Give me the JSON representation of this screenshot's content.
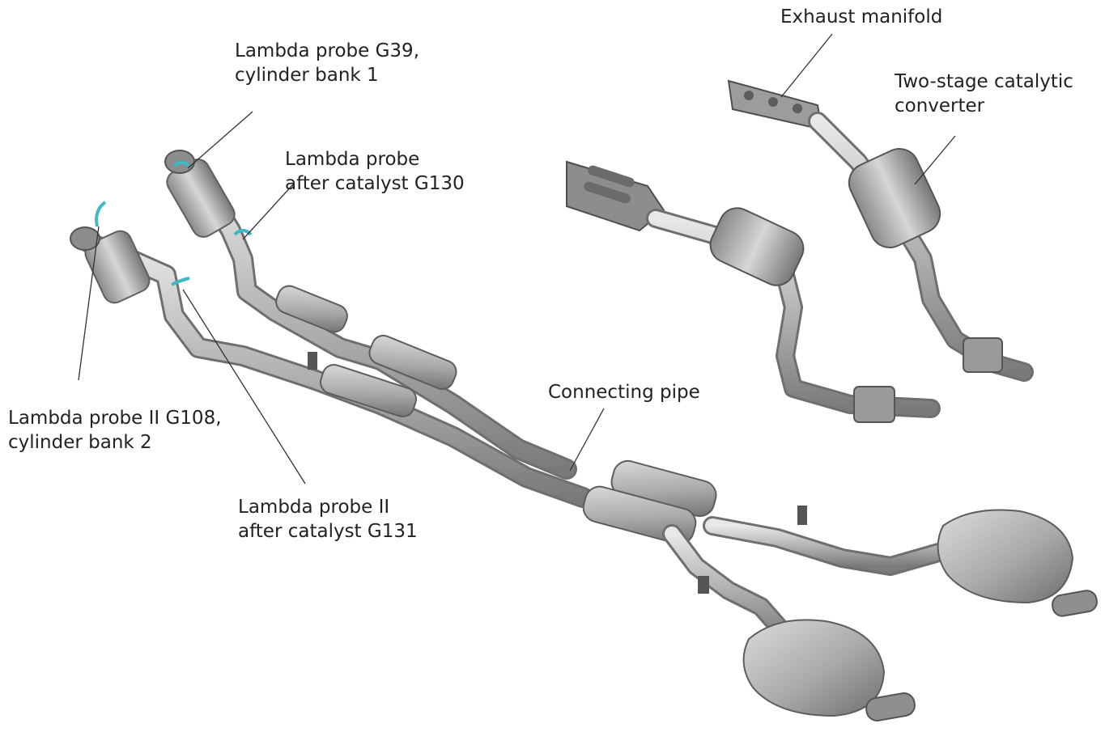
{
  "labels": {
    "exhaust_manifold": [
      "Exhaust manifold"
    ],
    "two_stage_catalytic_converter": [
      "Two-stage catalytic",
      "converter"
    ],
    "lambda_probe_g39": [
      "Lambda probe G39,",
      "cylinder bank 1"
    ],
    "lambda_probe_g130": [
      "Lambda probe",
      "after catalyst G130"
    ],
    "lambda_probe_g108": [
      "Lambda probe II G108,",
      "cylinder bank 2"
    ],
    "lambda_probe_g131": [
      "Lambda probe II",
      "after catalyst G131"
    ],
    "connecting_pipe": [
      "Connecting pipe"
    ]
  },
  "colors": {
    "metal_light": "#d9d9d9",
    "metal_mid": "#a7a7a7",
    "metal_dark": "#6d6d6d",
    "probe_accent": "#3fb8c8",
    "leader_line": "#333333",
    "text": "#222222"
  }
}
